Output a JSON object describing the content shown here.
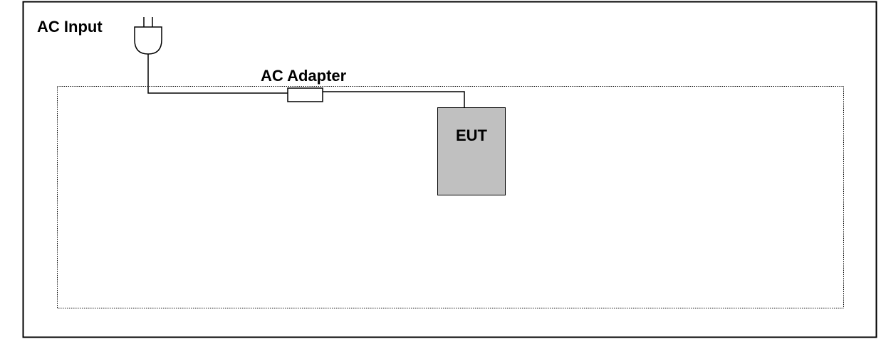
{
  "diagram": {
    "ac_input_label": "AC Input",
    "ac_adapter_label": "AC Adapter",
    "eut_label": "EUT",
    "colors": {
      "line": "#000000",
      "eut_fill": "#c0c0c0",
      "background": "#ffffff"
    },
    "icons": {
      "plug": "plug-icon"
    }
  }
}
